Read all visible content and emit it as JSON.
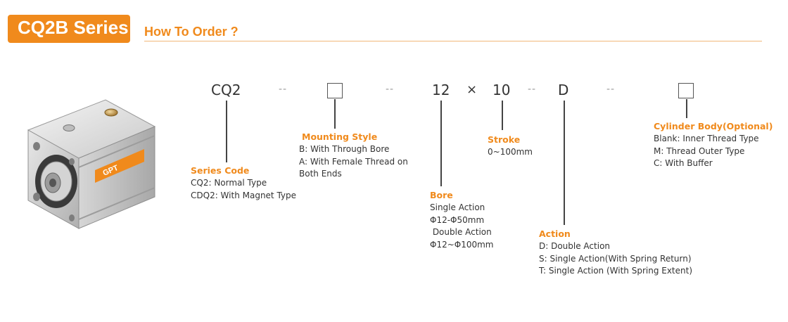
{
  "header": {
    "series_label": "CQ2B Series",
    "how_to_order": "How To Order ?"
  },
  "code_row": {
    "series": "CQ2",
    "separator": "--",
    "bore": "12",
    "times": "×",
    "stroke": "10",
    "action": "D"
  },
  "series_code": {
    "title": "Series Code",
    "lines": [
      "CQ2: Normal Type",
      "CDQ2: With Magnet Type"
    ]
  },
  "mounting_style": {
    "title": "Mounting Style",
    "lines": [
      "B: With Through Bore",
      "A: With Female Thread on",
      "Both Ends"
    ]
  },
  "bore": {
    "title": "Bore",
    "lines": [
      "Single Action",
      "Φ12-Φ50mm",
      " Double Action",
      "Φ12~Φ100mm"
    ]
  },
  "stroke": {
    "title": "Stroke",
    "lines": [
      "0~100mm"
    ]
  },
  "action": {
    "title": "Action",
    "lines": [
      "D: Double Action",
      "S: Single Action(With Spring Return)",
      "T: Single Action (With Spring Extent)"
    ]
  },
  "cylinder_body": {
    "title": "Cylinder Body(Optional)",
    "lines": [
      "Blank: Inner Thread Type",
      "M: Thread Outer Type",
      "C: With Buffer"
    ]
  },
  "product_image": {
    "logo_text": "GPT",
    "icon": "pneumatic-cylinder-icon"
  },
  "colors": {
    "accent": "#f08a1c",
    "rule": "#f1b77a",
    "text": "#333333"
  }
}
